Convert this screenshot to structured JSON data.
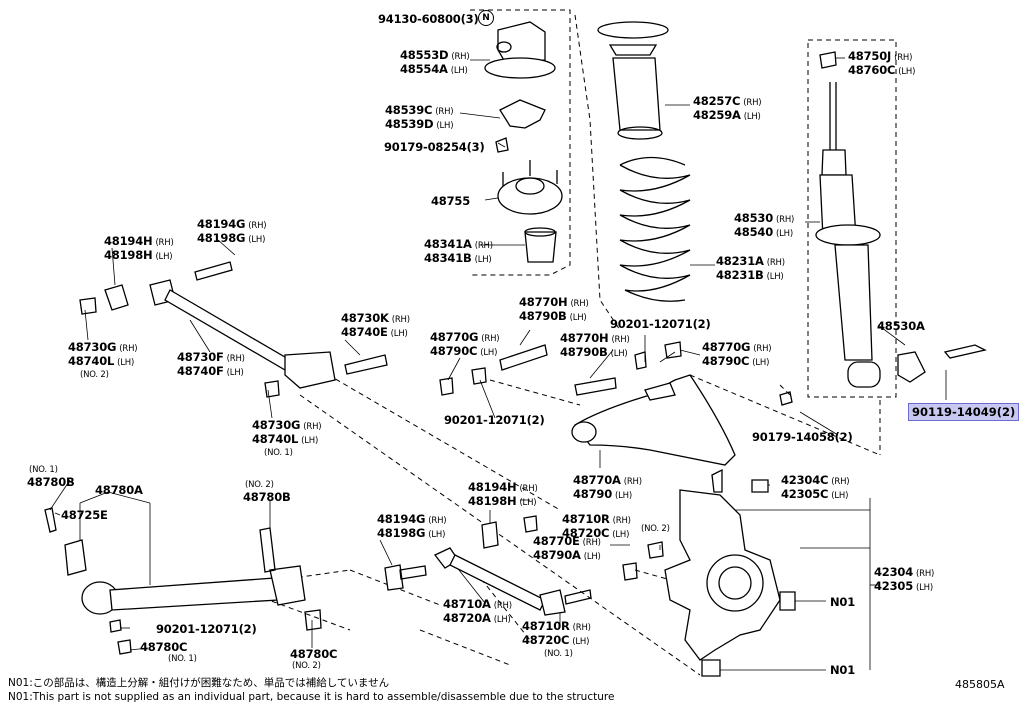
{
  "labels": {
    "p1": {
      "a": "94130-60800(3)"
    },
    "p1n": "N",
    "p2": {
      "a": "48553D",
      "as": "(RH)",
      "b": "48554A",
      "bs": "(LH)"
    },
    "p3": {
      "a": "48539C",
      "as": "(RH)",
      "b": "48539D",
      "bs": "(LH)"
    },
    "p4": {
      "a": "90179-08254(3)"
    },
    "p5": {
      "a": "48755"
    },
    "p6": {
      "a": "48341A",
      "as": "(RH)",
      "b": "48341B",
      "bs": "(LH)"
    },
    "p7": {
      "a": "48257C",
      "as": "(RH)",
      "b": "48259A",
      "bs": "(LH)"
    },
    "p8": {
      "a": "48231A",
      "as": "(RH)",
      "b": "48231B",
      "bs": "(LH)"
    },
    "p9": {
      "a": "48750J",
      "as": "(RH)",
      "b": "48760C",
      "bs": "(LH)"
    },
    "p10": {
      "a": "48530",
      "as": "(RH)",
      "b": "48540",
      "bs": "(LH)"
    },
    "p11": {
      "a": "48530A"
    },
    "p12": {
      "a": "90119-14049(2)"
    },
    "p13": {
      "a": "90179-14058(2)"
    },
    "p14": {
      "a": "90201-12071(2)"
    },
    "p15": {
      "a": "48770H",
      "as": "(RH)",
      "b": "48790B",
      "bs": "(LH)"
    },
    "p16": {
      "a": "48770H",
      "as": "(RH)",
      "b": "48790B",
      "bs": "(LH)"
    },
    "p17": {
      "a": "48770G",
      "as": "(RH)",
      "b": "48790C",
      "bs": "(LH)"
    },
    "p18": {
      "a": "48770G",
      "as": "(RH)",
      "b": "48790C",
      "bs": "(LH)"
    },
    "p19": {
      "a": "90201-12071(2)"
    },
    "p20": {
      "a": "48770A",
      "as": "(RH)",
      "b": "48790",
      "bs": "(LH)"
    },
    "p21": {
      "a": "42304C",
      "as": "(RH)",
      "b": "42305C",
      "bs": "(LH)"
    },
    "p22": {
      "a": "42304",
      "as": "(RH)",
      "b": "42305",
      "bs": "(LH)"
    },
    "p23": {
      "a": "N01"
    },
    "p24": {
      "a": "N01"
    },
    "p25": {
      "a": "48194G",
      "as": "(RH)",
      "b": "48198G",
      "bs": "(LH)"
    },
    "p26": {
      "a": "48194H",
      "as": "(RH)",
      "b": "48198H",
      "bs": "(LH)"
    },
    "p27": {
      "a": "48730G",
      "as": "(RH)",
      "b": "48740L",
      "bs": "(LH)",
      "c": "(NO. 2)"
    },
    "p28": {
      "a": "48730F",
      "as": "(RH)",
      "b": "48740F",
      "bs": "(LH)"
    },
    "p29": {
      "a": "48730K",
      "as": "(RH)",
      "b": "48740E",
      "bs": "(LH)"
    },
    "p30": {
      "a": "48730G",
      "as": "(RH)",
      "b": "48740L",
      "bs": "(LH)",
      "c": "(NO. 1)"
    },
    "p31": {
      "a": "48194H",
      "as": "(RH)",
      "b": "48198H",
      "bs": "(LH)"
    },
    "p32": {
      "a": "48710R",
      "as": "(RH)",
      "b": "48720C",
      "bs": "(LH)"
    },
    "p33": {
      "a": "48194G",
      "as": "(RH)",
      "b": "48198G",
      "bs": "(LH)"
    },
    "p34": {
      "a": "48770E",
      "as": "(RH)",
      "b": "48790A",
      "bs": "(LH)",
      "c": "(NO. 2)"
    },
    "p35": {
      "a": "48710A",
      "as": "(RH)",
      "b": "48720A",
      "bs": "(LH)"
    },
    "p36": {
      "a": "48710R",
      "as": "(RH)",
      "b": "48720C",
      "bs": "(LH)",
      "c": "(NO. 1)"
    },
    "p37": {
      "a": "48780B",
      "c": "(NO. 1)"
    },
    "p38": {
      "a": "48780A"
    },
    "p39": {
      "a": "48725E"
    },
    "p40": {
      "a": "48780B",
      "c": "(NO. 2)"
    },
    "p41": {
      "a": "90201-12071(2)"
    },
    "p42": {
      "a": "48780C",
      "c": "(NO. 1)"
    },
    "p43": {
      "a": "48780C",
      "c": "(NO. 2)"
    }
  },
  "notes": {
    "jp": "N01:この部品は、構造上分解・組付けが困難なため、単品では補給していません",
    "en": "N01:This part is not supplied as an individual part, because it is hard to assemble/disassemble due to the structure",
    "ref": "485805A"
  }
}
